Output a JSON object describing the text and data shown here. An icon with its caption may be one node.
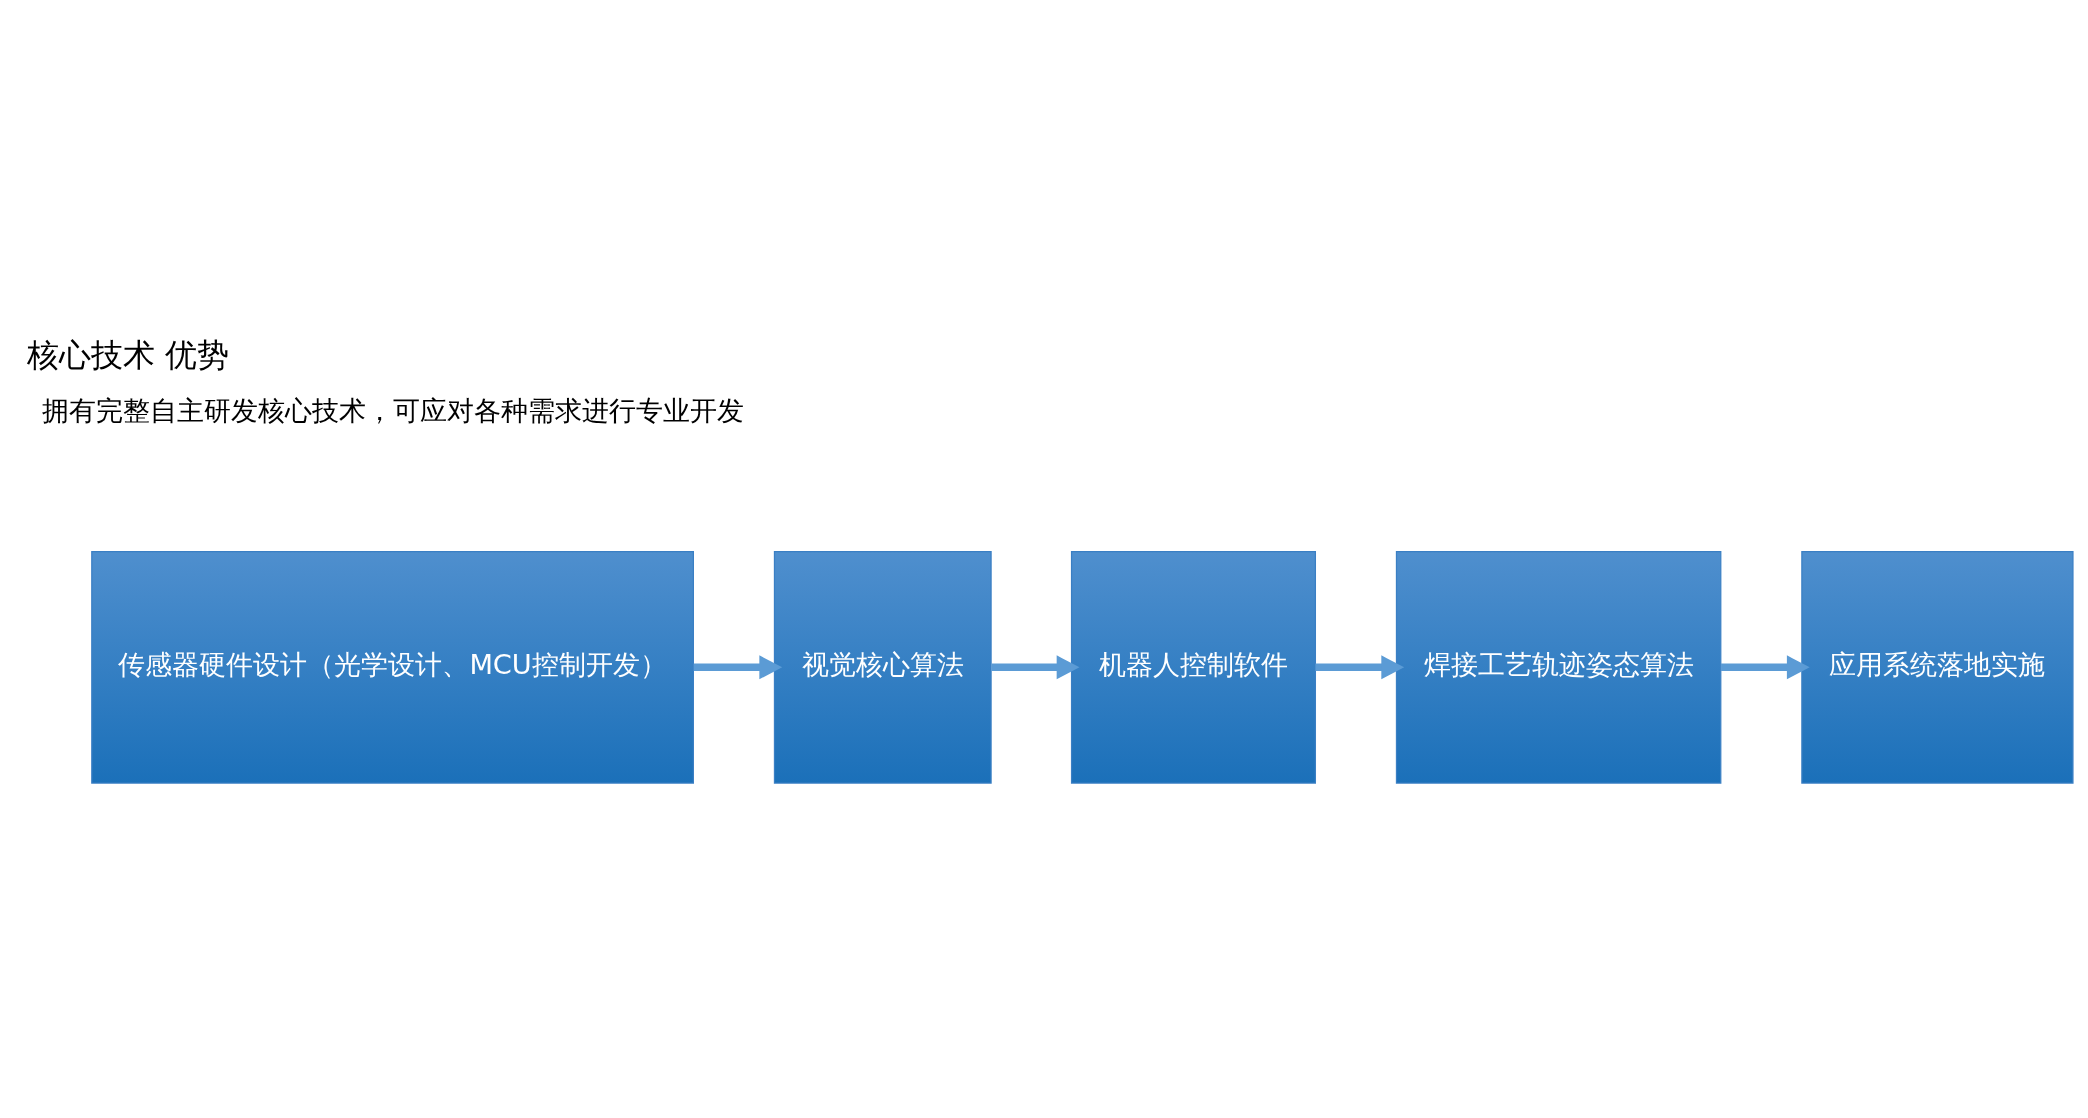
{
  "diagram": {
    "title": "核心技术 优势",
    "nodes": [
      {
        "text": [
          "传感器硬件设计（光学设计、MCU控制开发）"
        ]
      },
      {
        "text": [
          "视觉核心算法"
        ]
      },
      {
        "text": [
          "机器人控制软件"
        ]
      },
      {
        "text": [
          "焊接工艺轨迹姿态算法"
        ]
      },
      {
        "text": [
          "应用系统落地实施"
        ]
      }
    ],
    "edges": [
      {
        "from": 0,
        "to": 1,
        "arrow": "to"
      },
      {
        "from": 1,
        "to": 2,
        "arrow": "to"
      },
      {
        "from": 2,
        "to": 3,
        "arrow": "to"
      },
      {
        "from": 3,
        "to": 4,
        "arrow": "to"
      }
    ],
    "labels": [
      "拥有完整自主研发核心技术，可应对各种需求进行专业开发"
    ]
  }
}
